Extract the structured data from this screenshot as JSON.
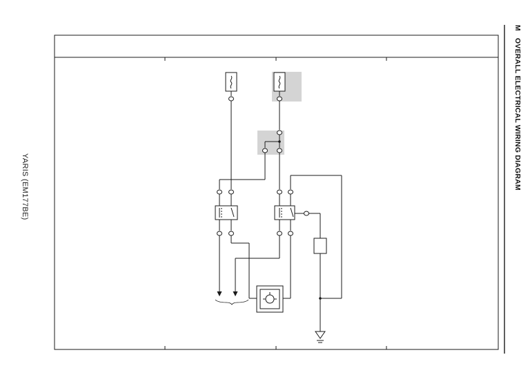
{
  "sidebar": {
    "model_label": "YARIS (EM177BE)"
  },
  "header": {
    "section_letter": "M",
    "title": "OVERALL ELECTRICAL WIRING DIAGRAM"
  },
  "colors": {
    "line": "#1a1a1a",
    "highlight": "#d4d4d4"
  }
}
